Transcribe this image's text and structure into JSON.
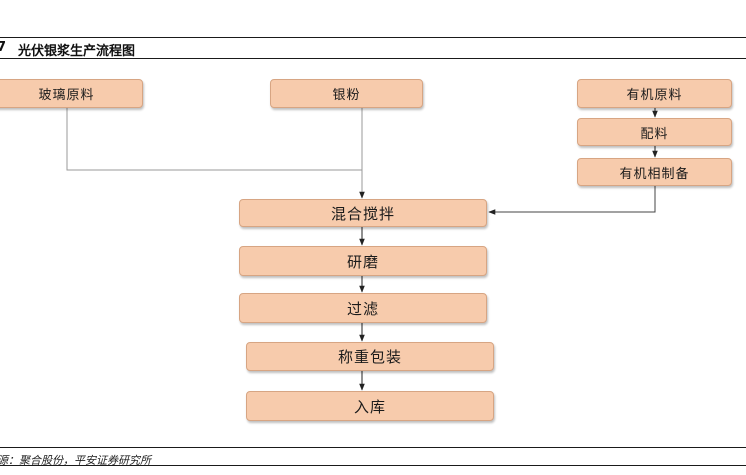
{
  "figure": {
    "number": "7",
    "title": "光伏银浆生产流程图"
  },
  "inputs": {
    "glass": "玻璃原料",
    "silver": "银粉",
    "organic_chain": [
      "有机原料",
      "配料",
      "有机相制备"
    ]
  },
  "main_steps": [
    "混合搅拌",
    "研磨",
    "过滤",
    "称重包装",
    "入库"
  ],
  "source": "源：聚合股份，平安证券研究所",
  "colors": {
    "box_fill": "#f7cbac",
    "box_border": "#d7a583",
    "line": "#9a9a9a",
    "arrow": "#222222"
  }
}
